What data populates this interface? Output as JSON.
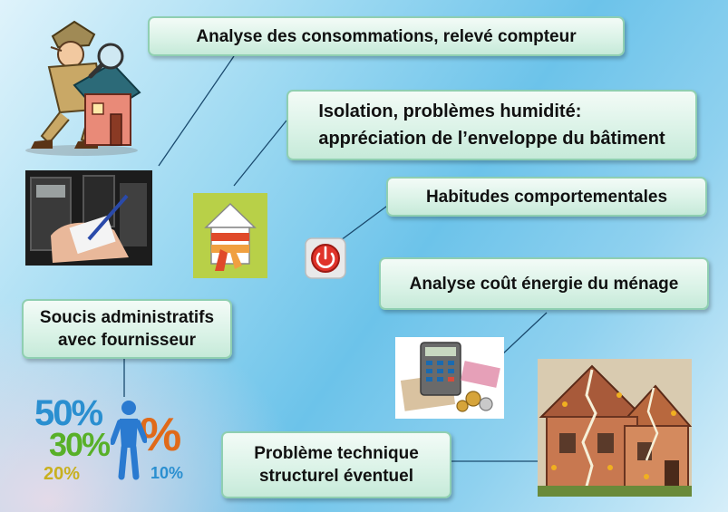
{
  "boxes": {
    "consommations": "Analyse des consommations, relevé compteur",
    "isolation_line1": "Isolation, problèmes humidité:",
    "isolation_line2": "appréciation de l’enveloppe du bâtiment",
    "habitudes": "Habitudes comportementales",
    "cout": "Analyse coût énergie du ménage",
    "soucis_line1": "Soucis administratifs",
    "soucis_line2": "avec fournisseur",
    "probleme_line1": "Problème technique",
    "probleme_line2": "structurel éventuel"
  },
  "percent_graphic": {
    "big1": "50%",
    "big2": "30%",
    "big3": "%",
    "small1": "20%",
    "small2": "10%"
  },
  "icons": [
    "detective-house-icon",
    "meter-reading-photo",
    "scarf-house-icon",
    "power-button-icon",
    "calculator-money-photo",
    "percent-graphic",
    "cracked-house-photo"
  ]
}
